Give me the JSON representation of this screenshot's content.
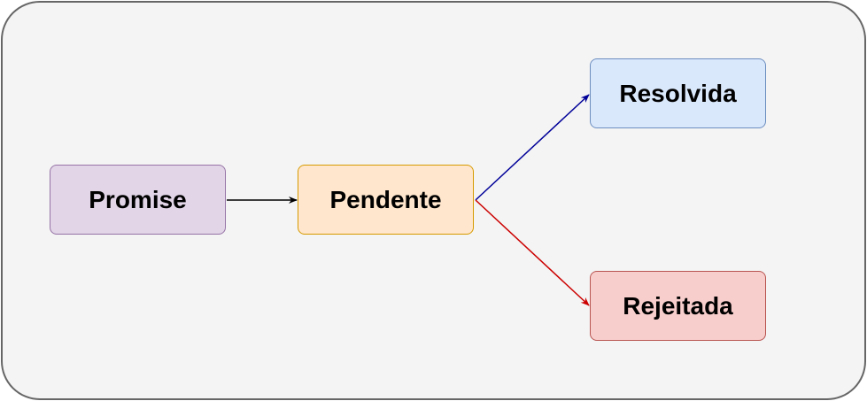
{
  "diagram": {
    "nodes": {
      "promise": "Promise",
      "pendente": "Pendente",
      "resolvida": "Resolvida",
      "rejeitada": "Rejeitada"
    },
    "edges": [
      {
        "from": "promise",
        "to": "pendente",
        "color": "#000000"
      },
      {
        "from": "pendente",
        "to": "resolvida",
        "color": "#000099"
      },
      {
        "from": "pendente",
        "to": "rejeitada",
        "color": "#cc0000"
      }
    ]
  }
}
